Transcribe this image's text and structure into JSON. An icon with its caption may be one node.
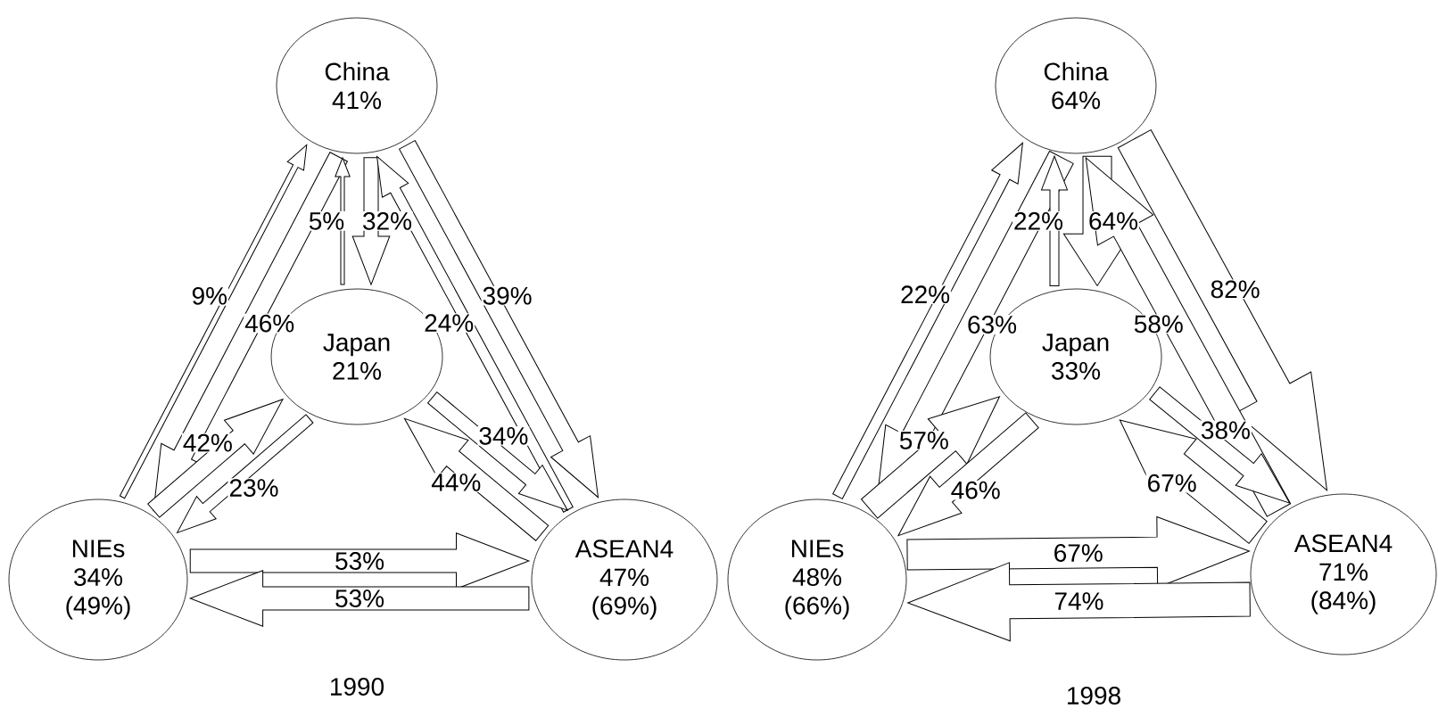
{
  "diagram": {
    "nodes": [
      {
        "text": [
          "China",
          "41%"
        ]
      },
      {
        "text": [
          "Japan",
          "21%"
        ]
      },
      {
        "text": [
          "NIEs",
          "34%",
          "(49%)"
        ]
      },
      {
        "text": [
          "ASEAN4",
          "47%",
          "(69%)"
        ]
      },
      {
        "text": [
          "China",
          "64%"
        ]
      },
      {
        "text": [
          "Japan",
          "33%"
        ]
      },
      {
        "text": [
          "NIEs",
          "48%",
          "(66%)"
        ]
      },
      {
        "text": [
          "ASEAN4",
          "71%",
          "(84%)"
        ]
      }
    ],
    "edges": [
      {
        "from": 2,
        "to": 0,
        "arrow": "to",
        "label": "9%"
      },
      {
        "from": 0,
        "to": 2,
        "arrow": "to",
        "label": "46%"
      },
      {
        "from": 1,
        "to": 0,
        "arrow": "to",
        "label": "5%"
      },
      {
        "from": 0,
        "to": 1,
        "arrow": "to",
        "label": "32%"
      },
      {
        "from": 0,
        "to": 3,
        "arrow": "to",
        "label": "39%"
      },
      {
        "from": 3,
        "to": 0,
        "arrow": "to",
        "label": "24%"
      },
      {
        "from": 2,
        "to": 1,
        "arrow": "to",
        "label": "42%"
      },
      {
        "from": 1,
        "to": 2,
        "arrow": "to",
        "label": "23%"
      },
      {
        "from": 1,
        "to": 3,
        "arrow": "to",
        "label": "34%"
      },
      {
        "from": 3,
        "to": 1,
        "arrow": "to",
        "label": "44%"
      },
      {
        "from": 2,
        "to": 3,
        "arrow": "to",
        "label": "53%"
      },
      {
        "from": 3,
        "to": 2,
        "arrow": "to",
        "label": "53%"
      },
      {
        "from": 6,
        "to": 4,
        "arrow": "to",
        "label": "22%"
      },
      {
        "from": 4,
        "to": 6,
        "arrow": "to",
        "label": "63%"
      },
      {
        "from": 5,
        "to": 4,
        "arrow": "to",
        "label": "22%"
      },
      {
        "from": 4,
        "to": 5,
        "arrow": "to",
        "label": "64%"
      },
      {
        "from": 4,
        "to": 7,
        "arrow": "to",
        "label": "82%"
      },
      {
        "from": 7,
        "to": 4,
        "arrow": "to",
        "label": "58%"
      },
      {
        "from": 6,
        "to": 5,
        "arrow": "to",
        "label": "57%"
      },
      {
        "from": 5,
        "to": 6,
        "arrow": "to",
        "label": "46%"
      },
      {
        "from": 5,
        "to": 7,
        "arrow": "to",
        "label": "38%"
      },
      {
        "from": 7,
        "to": 5,
        "arrow": "to",
        "label": "67%"
      },
      {
        "from": 6,
        "to": 7,
        "arrow": "to",
        "label": "67%"
      },
      {
        "from": 7,
        "to": 6,
        "arrow": "to",
        "label": "74%"
      }
    ],
    "labels": [
      "1990",
      "1998"
    ]
  }
}
